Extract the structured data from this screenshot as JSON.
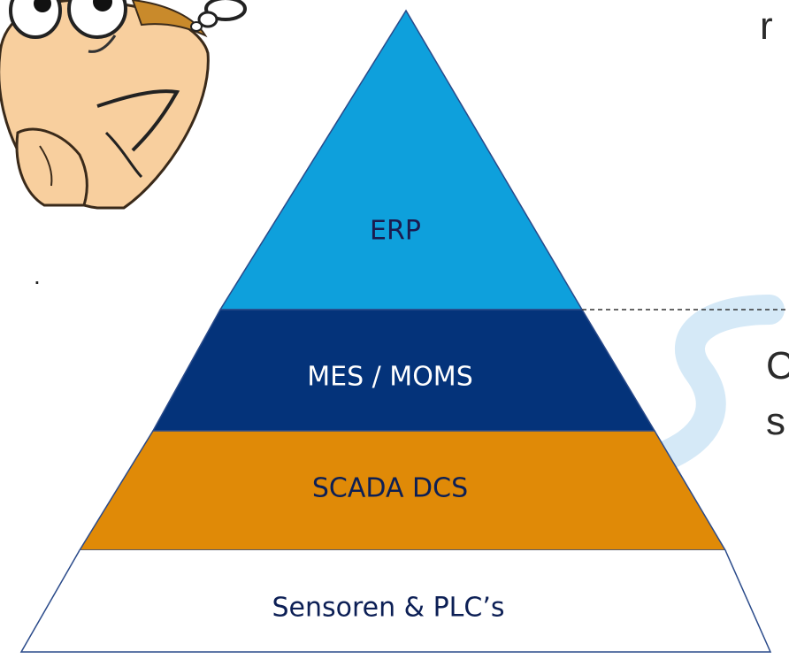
{
  "diagram": {
    "layers": [
      {
        "id": "erp",
        "label": "ERP",
        "fill": "#0ea0dc",
        "text_color": "#1b1b4f"
      },
      {
        "id": "mes",
        "label": "MES / MOMS",
        "fill": "#04337a",
        "text_color": "#ffffff"
      },
      {
        "id": "scada",
        "label": "SCADA DCS",
        "fill": "#e08a07",
        "text_color": "#0c1f55"
      },
      {
        "id": "sensors",
        "label": "Sensoren & PLC’s",
        "fill": "#ffffff",
        "text_color": "#0c1f55"
      }
    ],
    "outline_color": "#2a4a8a"
  },
  "side_text": {
    "top_fragment": "r",
    "mid_fragment_1": "C",
    "mid_fragment_2": "s",
    "dot": "."
  },
  "colors": {
    "watermark": "#d5e9f7",
    "dashed_line": "#333333"
  }
}
